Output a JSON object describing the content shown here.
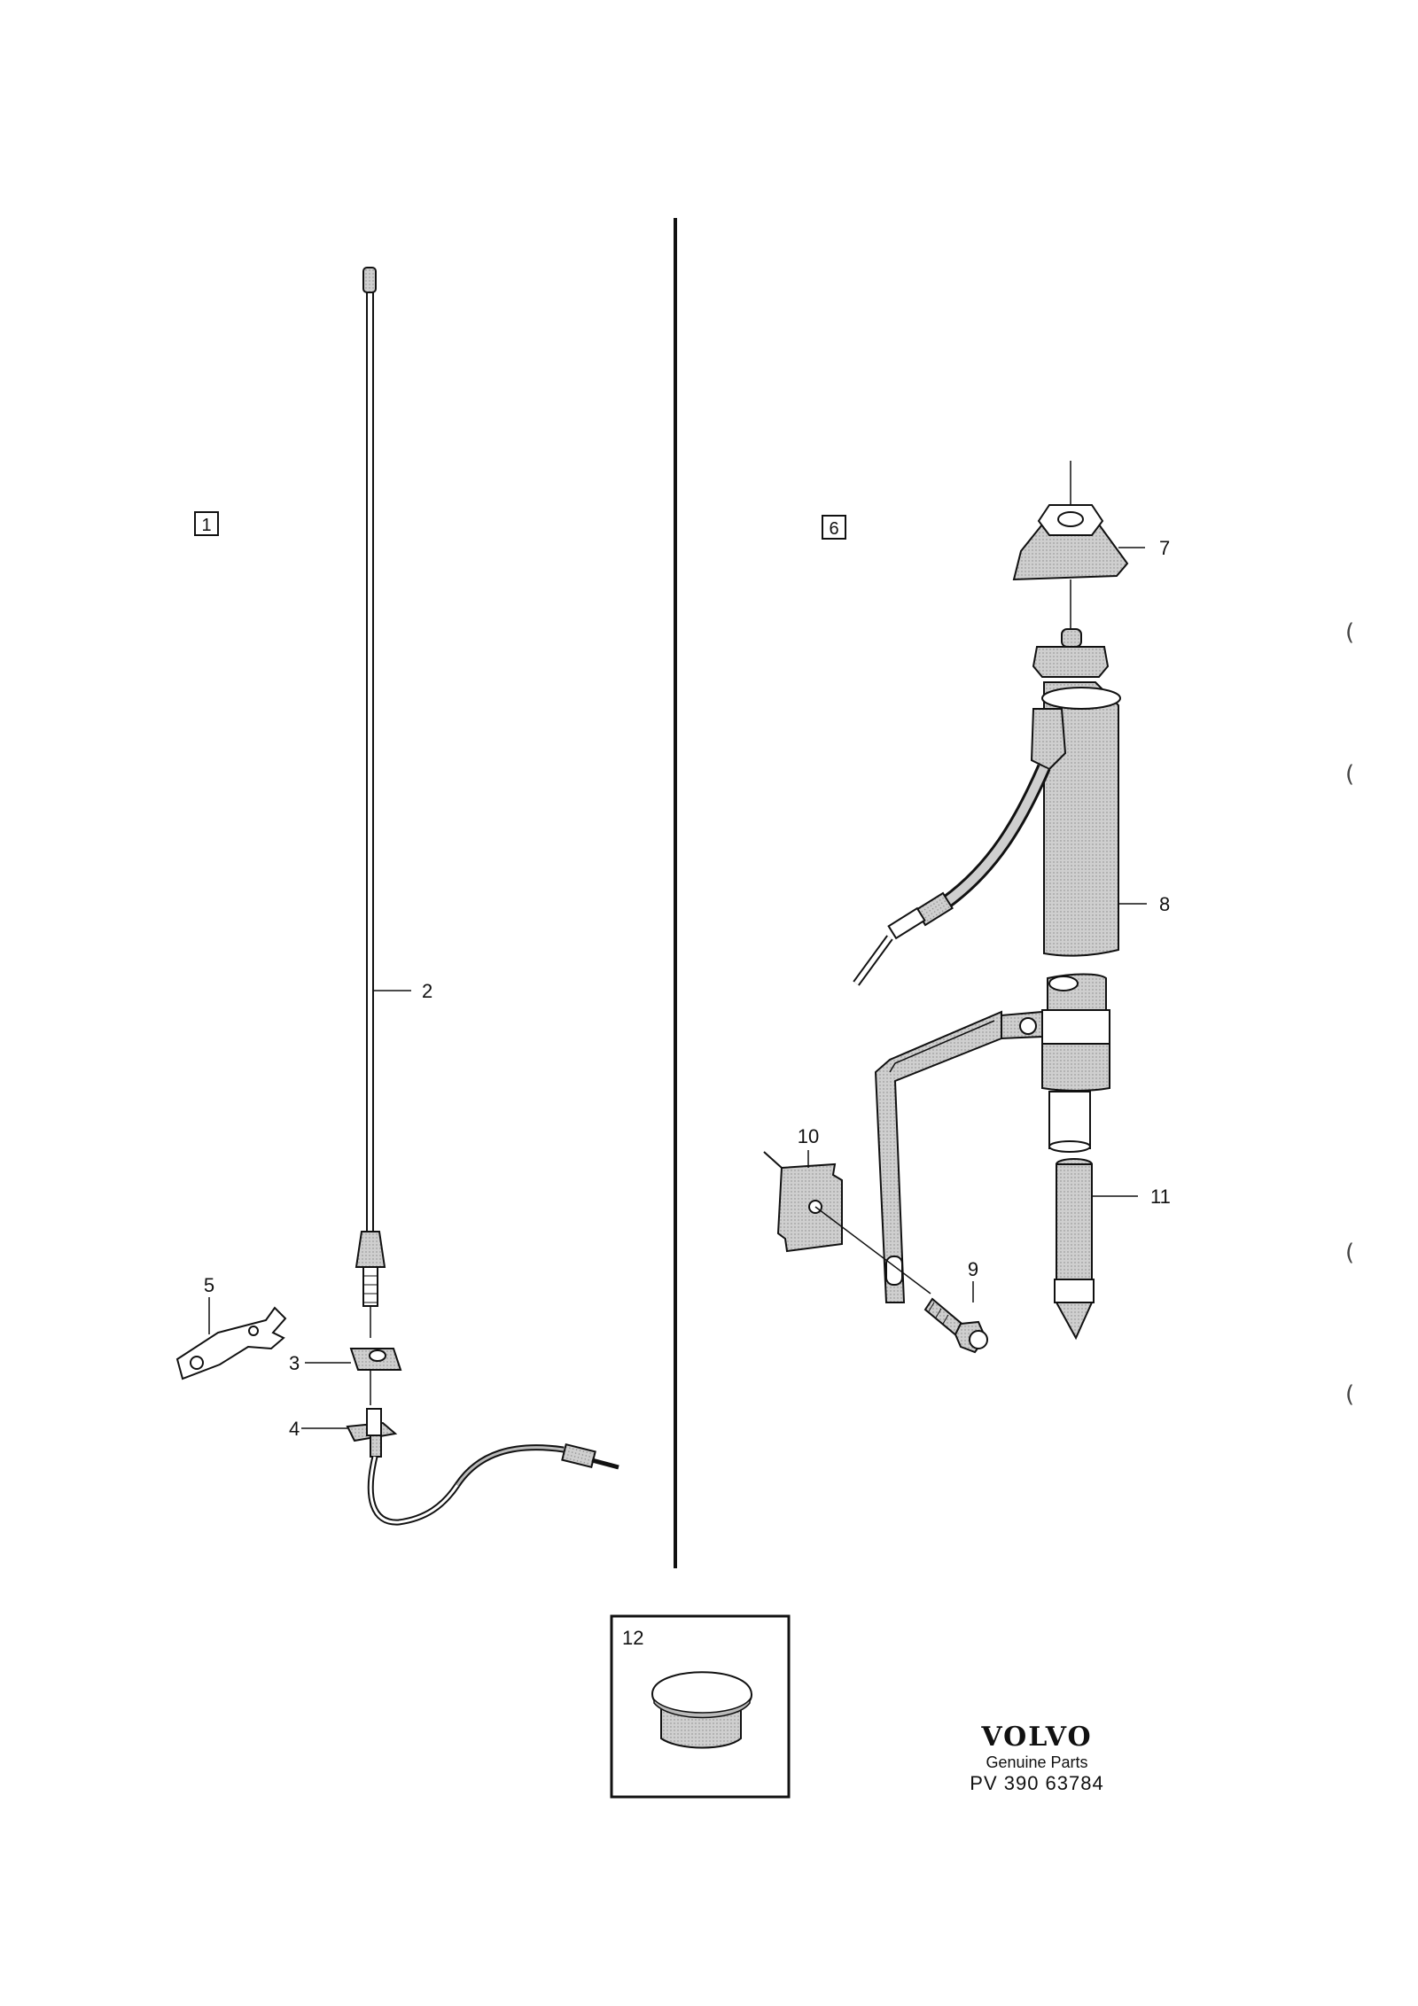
{
  "diagram": {
    "group_boxes": [
      {
        "id": "group-1",
        "label": "1"
      },
      {
        "id": "group-6",
        "label": "6"
      }
    ],
    "parts": [
      {
        "number": "2",
        "description": "antenna mast"
      },
      {
        "number": "3",
        "description": "mounting nut"
      },
      {
        "number": "4",
        "description": "antenna base with cable"
      },
      {
        "number": "5",
        "description": "spanner wrench"
      },
      {
        "number": "7",
        "description": "antenna cap"
      },
      {
        "number": "8",
        "description": "antenna housing with cable"
      },
      {
        "number": "9",
        "description": "screw"
      },
      {
        "number": "10",
        "description": "clip nut"
      },
      {
        "number": "11",
        "description": "drain tube"
      },
      {
        "number": "12",
        "description": "plug"
      }
    ]
  },
  "brand": {
    "logo": "VOLVO",
    "subtitle": "Genuine Parts",
    "code": "PV  390  63784"
  },
  "colors": {
    "ink": "#111111",
    "shade": "#bfbfbf",
    "background": "#ffffff"
  }
}
